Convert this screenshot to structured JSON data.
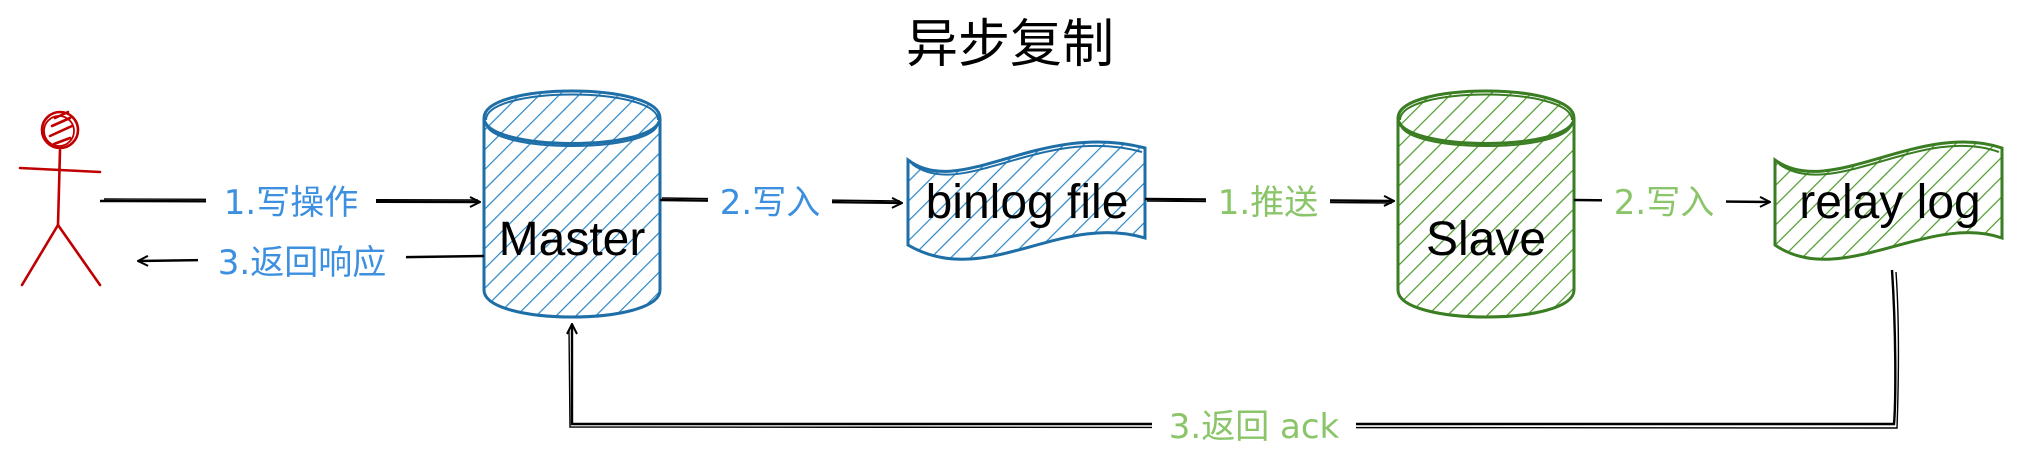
{
  "title": "异步复制",
  "nodes": {
    "master": "Master",
    "binlog": "binlog file",
    "slave": "Slave",
    "relay": "relay log"
  },
  "edges": {
    "write_op": "1.写操作",
    "return_response": "3.返回响应",
    "master_write": "2.写入",
    "push": "1.推送",
    "slave_write": "2.写入",
    "return_ack": "3.返回 ack"
  },
  "colors": {
    "master_stroke": "#1e6ea7",
    "slave_stroke": "#3a7d22",
    "actor_stroke": "#c00000",
    "blue_label": "#3d8fe0",
    "green_label": "#8bc56a"
  }
}
